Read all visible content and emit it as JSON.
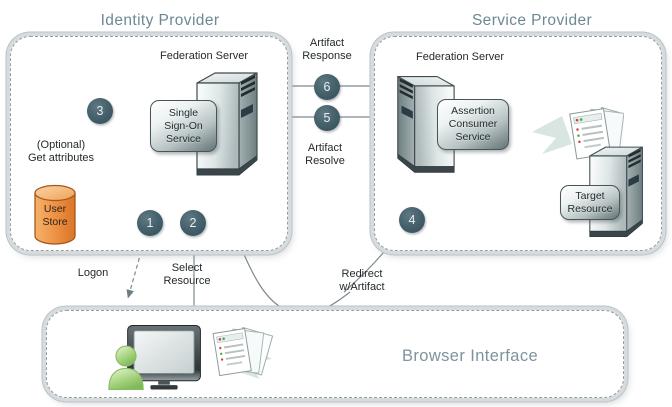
{
  "diagram": {
    "identity_provider": {
      "title": "Identity Provider",
      "federation_server_label": "Federation Server",
      "sso_service": {
        "line1": "Single",
        "line2": "Sign-On",
        "line3": "Service"
      },
      "optional_note": {
        "line1": "(Optional)",
        "line2": "Get attributes"
      },
      "user_store": {
        "line1": "User",
        "line2": "Store"
      }
    },
    "service_provider": {
      "title": "Service Provider",
      "federation_server_label": "Federation Server",
      "assertion_consumer_service": {
        "line1": "Assertion",
        "line2": "Consumer",
        "line3": "Service"
      },
      "target_resource": {
        "line1": "Target",
        "line2": "Resource"
      }
    },
    "browser_interface": {
      "title": "Browser Interface"
    },
    "flow_labels": {
      "artifact_response": {
        "line1": "Artifact",
        "line2": "Response"
      },
      "artifact_resolve": {
        "line1": "Artifact",
        "line2": "Resolve"
      },
      "logon": "Logon",
      "select_resource": {
        "line1": "Select",
        "line2": "Resource"
      },
      "redirect_w_artifact": {
        "line1": "Redirect",
        "line2": "w/Artifact"
      }
    },
    "steps": {
      "s1": "1",
      "s2": "2",
      "s3": "3",
      "s4": "4",
      "s5": "5",
      "s6": "6"
    },
    "icons": {
      "federation_server": "server-tower-icon",
      "user_store": "database-cylinder-icon",
      "browser_user": "person-icon",
      "browser_monitor": "monitor-icon",
      "documents": "documents-icon"
    },
    "colors": {
      "step_circle": "#3e5a64",
      "user_store": "#ee9245",
      "zone_border": "#939da1",
      "zone_band": "#d6dbdd",
      "title_text": "#6d8894",
      "label_text": "#242a2c",
      "arrow": "#7d8a8f"
    }
  }
}
